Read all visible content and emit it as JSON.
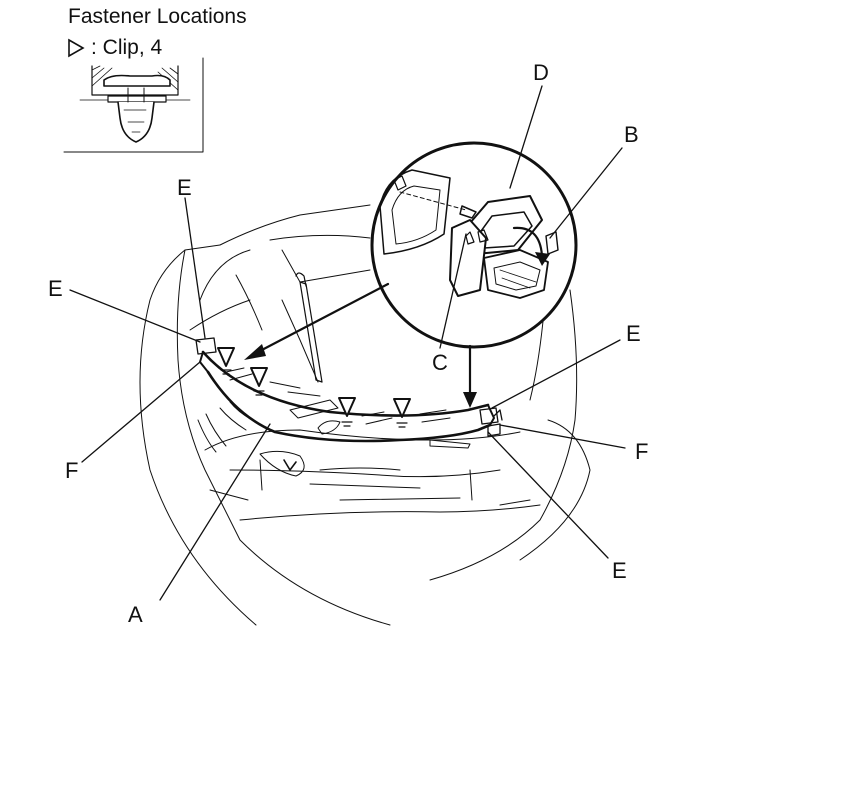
{
  "legend": {
    "title": "Fastener Locations",
    "clip_label": ": Clip, 4",
    "clip_icon": "hollow-triangle-icon"
  },
  "callouts": {
    "A": "A",
    "B": "B",
    "C": "C",
    "D": "D",
    "E": "E",
    "F": "F"
  }
}
